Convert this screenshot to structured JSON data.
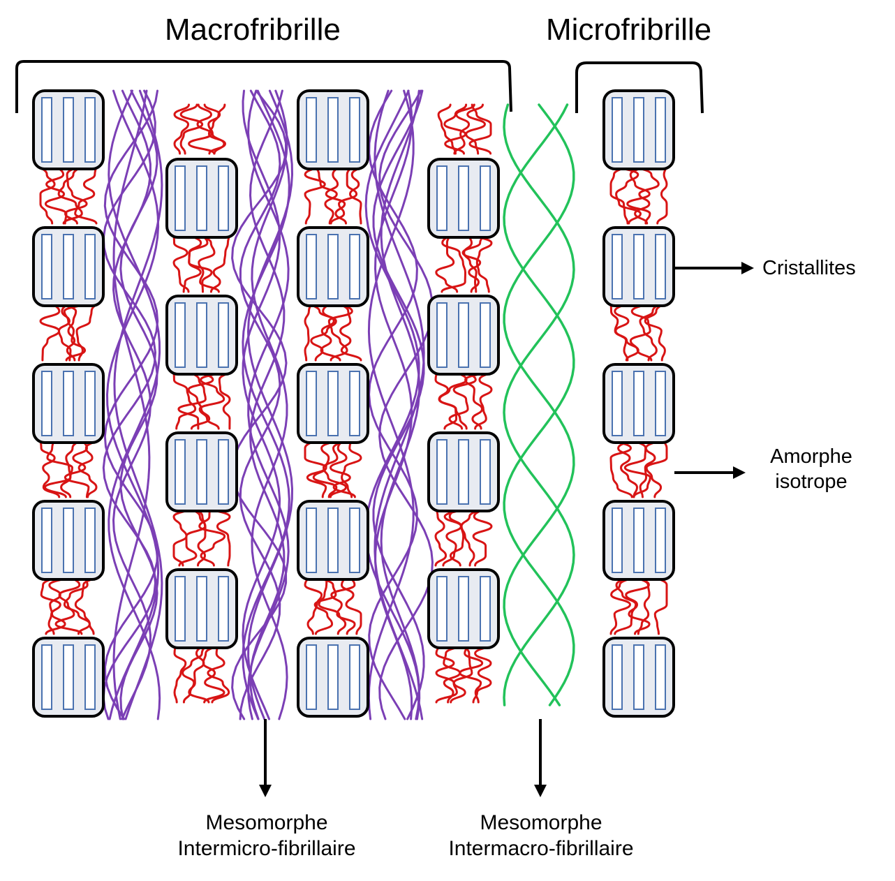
{
  "titles": {
    "macro": "Macrofribrille",
    "micro": "Microfribrille"
  },
  "labels": {
    "crystallites": "Cristallites",
    "amorphous_line1": "Amorphe",
    "amorphous_line2": "isotrope",
    "meso_inter_micro_line1": "Mesomorphe",
    "meso_inter_micro_line2": "Intermicro-fibrillaire",
    "meso_inter_macro_line1": "Mesomorphe",
    "meso_inter_macro_line2": "Intermacro-fibrillaire"
  },
  "colors": {
    "crystal_outline": "#000000",
    "crystal_fill": "#e8ebf1",
    "crystal_lamella": "#4a72b0",
    "amorphous_chain": "#d81414",
    "intermicro_chain": "#7b3fb5",
    "intermacro_chain": "#22c25a",
    "line": "#000000"
  }
}
